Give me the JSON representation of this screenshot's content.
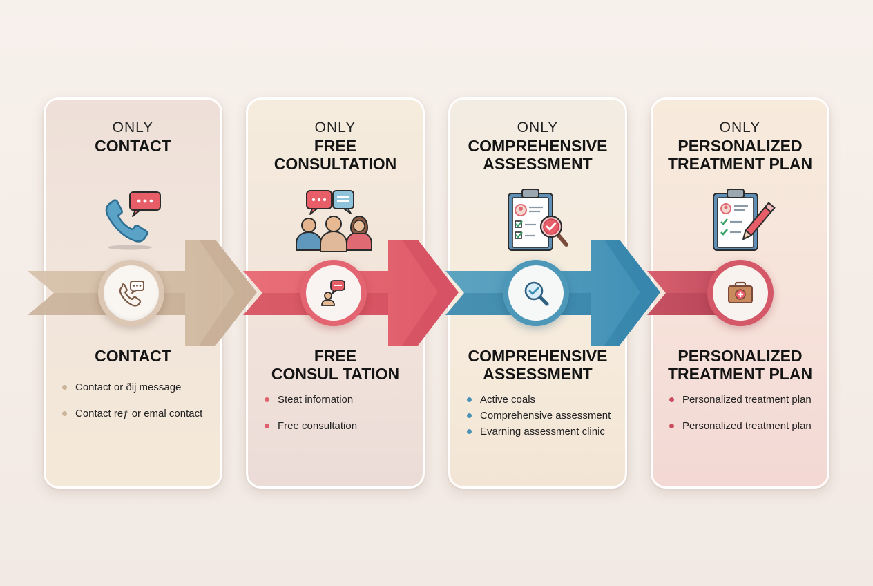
{
  "steps": [
    {
      "kicker": "ONLY",
      "top_title": [
        "CONTACT"
      ],
      "bottom_title": [
        "CONTACT"
      ],
      "bullets": [
        "Contact or ðĳ message",
        "Contact reƒ or emal contact"
      ],
      "icon": "phone-chat-icon",
      "circle_icon": "phone-chat-icon",
      "color": "#cbb49b"
    },
    {
      "kicker": "ONLY",
      "top_title": [
        "FREE",
        "CONSULTATION"
      ],
      "bottom_title": [
        "FREE",
        "CONSUL TATION"
      ],
      "bullets": [
        "Steat infornation",
        "Free consultation"
      ],
      "icon": "group-chat-icon",
      "circle_icon": "person-chat-icon",
      "color": "#e0606d"
    },
    {
      "kicker": "ONLY",
      "top_title": [
        "COMPREHENSIVE",
        "ASSESSMENT"
      ],
      "bottom_title": [
        "COMPREHENSIVE",
        "ASSESSMENT"
      ],
      "bullets": [
        "Active coals",
        "Comprehensive assessment",
        "Evarning assessment clinic"
      ],
      "icon": "clipboard-search-icon",
      "circle_icon": "magnifier-check-icon",
      "color": "#4a93b4"
    },
    {
      "kicker": "ONLY",
      "top_title": [
        "PERSONALIZED",
        "TREATMENT PLAN"
      ],
      "bottom_title": [
        "PERSONALIZED",
        "TREATMENT PLAN"
      ],
      "bullets": [
        "Personalized treatment plan",
        "Personalized treatment plan"
      ],
      "icon": "clipboard-pen-icon",
      "circle_icon": "medical-kit-icon",
      "color": "#c94f60"
    }
  ]
}
